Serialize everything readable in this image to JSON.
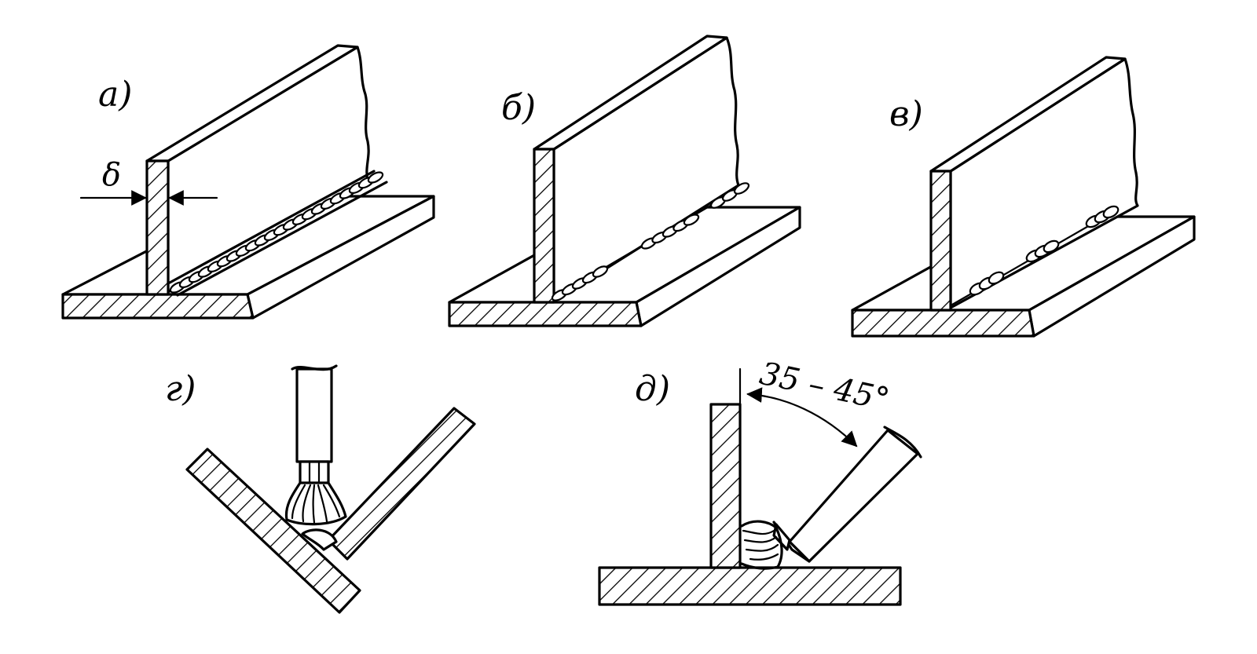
{
  "figure": {
    "panel_labels": {
      "a": "а)",
      "b": "б)",
      "v": "в)",
      "g": "г)",
      "d": "д)"
    },
    "thickness_symbol": "δ",
    "angle_label": "35 – 45°"
  },
  "colors": {
    "ink": "#000000",
    "paper": "#ffffff"
  }
}
